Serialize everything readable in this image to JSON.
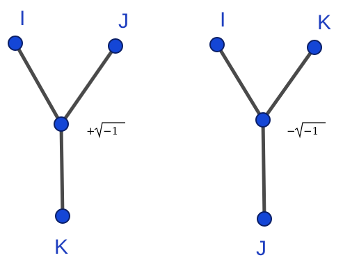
{
  "colors": {
    "node_fill": "#1446d6",
    "edge": "#4a4a4a",
    "label": "#1f3fbf"
  },
  "left_tree": {
    "label_top_left": "I",
    "label_top_right": "J",
    "label_bottom": "K",
    "sign": "+",
    "radicand": "−1"
  },
  "right_tree": {
    "label_top_left": "I",
    "label_top_right": "K",
    "label_bottom": "J",
    "sign": "−",
    "radicand": "−1"
  }
}
